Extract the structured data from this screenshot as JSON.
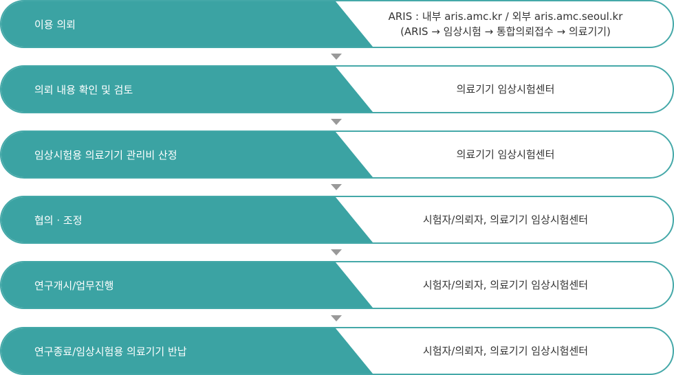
{
  "colors": {
    "teal": "#3ba3a3",
    "border": "#44a8a8",
    "arrow": "#999999",
    "text_dark": "#333333"
  },
  "steps": [
    {
      "label": "이용 의뢰",
      "desc": [
        "ARIS : 내부 aris.amc.kr  / 외부 aris.amc.seoul.kr",
        "(ARIS → 임상시험 → 통합의뢰접수 → 의료기기)"
      ]
    },
    {
      "label": "의뢰 내용 확인 및 검토",
      "desc": [
        "의료기기 임상시험센터"
      ]
    },
    {
      "label": "임상시험용 의료기기 관리비 산정",
      "desc": [
        "의료기기 임상시험센터"
      ]
    },
    {
      "label": "협의 · 조정",
      "desc": [
        "시험자/의뢰자, 의료기기 임상시험센터"
      ]
    },
    {
      "label": "연구개시/업무진행",
      "desc": [
        "시험자/의뢰자, 의료기기 임상시험센터"
      ]
    },
    {
      "label": "연구종료/임상시험용 의료기기 반납",
      "desc": [
        "시험자/의뢰자, 의료기기 임상시험센터"
      ]
    }
  ]
}
